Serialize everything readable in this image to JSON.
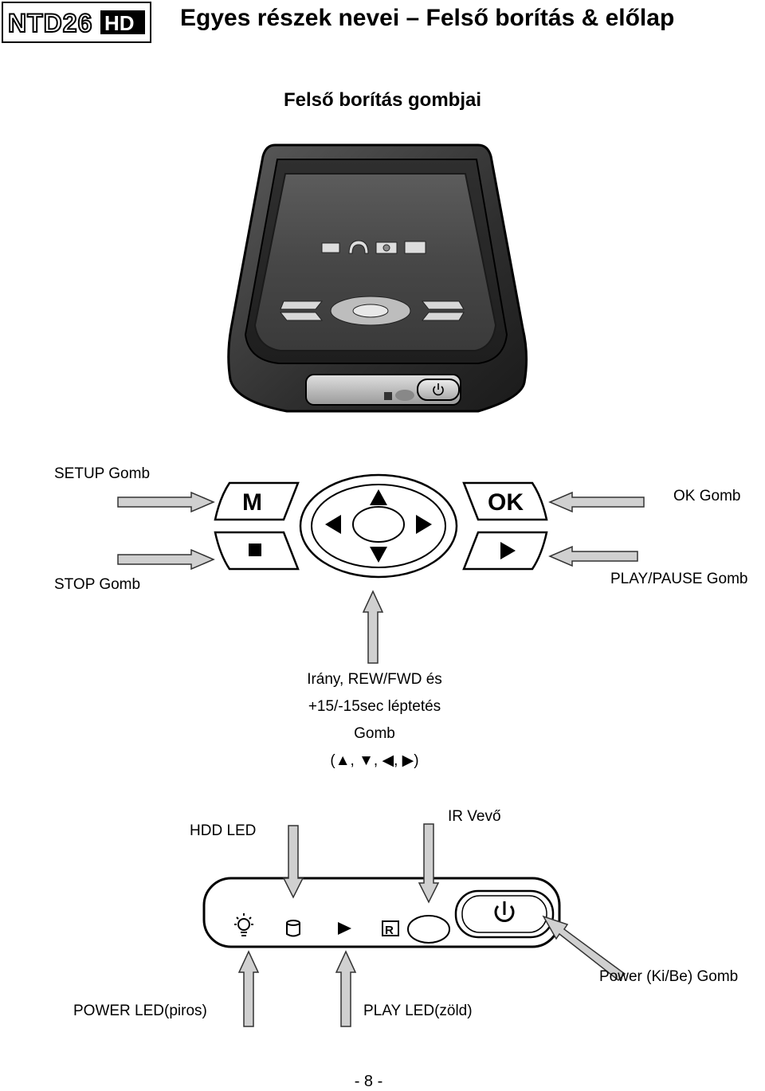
{
  "header": {
    "logo_text": "NTD26",
    "logo_badge": "HD",
    "title": "Egyes részek nevei – Felső borítás & előlap"
  },
  "section_title": "Felső borítás gombjai",
  "callouts": {
    "setup": "SETUP Gomb",
    "ok": "OK Gomb",
    "stop": "STOP Gomb",
    "play_pause": "PLAY/PAUSE Gomb",
    "direction_lines": [
      "Irány, REW/FWD és",
      "+15/-15sec léptetés",
      "Gomb",
      "(▲, ▼, ◀, ▶)"
    ],
    "hdd_led": "HDD LED",
    "ir": "IR Vevő",
    "power": "Power (Ki/Be) Gomb",
    "power_led": "POWER LED(piros)",
    "play_led": "PLAY LED(zöld)"
  },
  "button_labels": {
    "setup_key": "M",
    "ok_key": "OK"
  },
  "footer": {
    "page_number": "- 8 -"
  }
}
